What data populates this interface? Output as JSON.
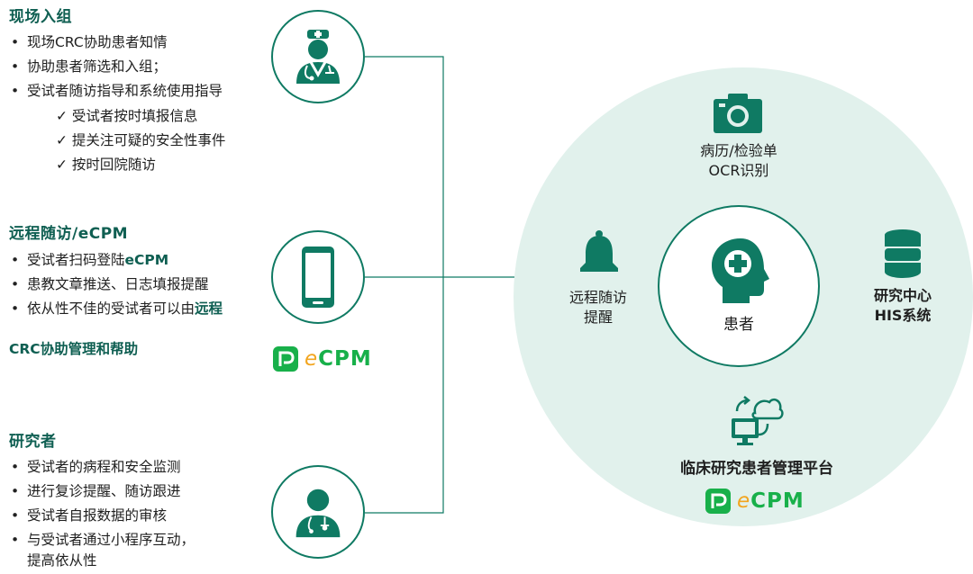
{
  "sections": {
    "onsite": {
      "title": "现场入组",
      "bullets": [
        "现场CRC协助患者知情",
        "协助患者筛选和入组；",
        "受试者随访指导和系统使用指导"
      ],
      "checks": [
        "✓ 受试者按时填报信息",
        "✓ 提关注可疑的安全性事件",
        "✓ 按时回院随访"
      ]
    },
    "remote": {
      "title": "远程随访/eCPM",
      "b1_pre": "受试者扫码登陆",
      "b1_hl": "eCPM",
      "b2": "患教文章推送、日志填报提醒",
      "b3_pre": "依从性不佳的受试者可以由",
      "b3_hl": "远程",
      "b3_cont": "CRC协助管理和帮助"
    },
    "researcher": {
      "title": "研究者",
      "bullets": [
        "受试者的病程和安全监测",
        "进行复诊提醒、随访跟进",
        "受试者自报数据的审核"
      ],
      "last_line1": "与受试者通过小程序互动，",
      "last_line2": "提高依从性"
    }
  },
  "hub": {
    "center": "患者",
    "ocr_line1": "病历/检验单",
    "ocr_line2": "OCR识别",
    "remind_line1": "远程随访",
    "remind_line2": "提醒",
    "his_line1": "研究中心",
    "his_line2": "HIS系统",
    "platform": "临床研究患者管理平台"
  },
  "logo": {
    "e": "e",
    "rest": "CPM"
  },
  "icons": [
    "doctor-icon",
    "smartphone-icon",
    "researcher-icon",
    "camera-icon",
    "bell-icon",
    "database-icon",
    "patient-head-icon",
    "cloud-sync-monitor-icon",
    "ecpm-logo-icon"
  ],
  "colors": {
    "primary": "#0f7a63",
    "dark": "#0f5f52",
    "light_bg": "#e1f1ec",
    "logo_green": "#18b04a",
    "logo_orange": "#f2a51f"
  }
}
